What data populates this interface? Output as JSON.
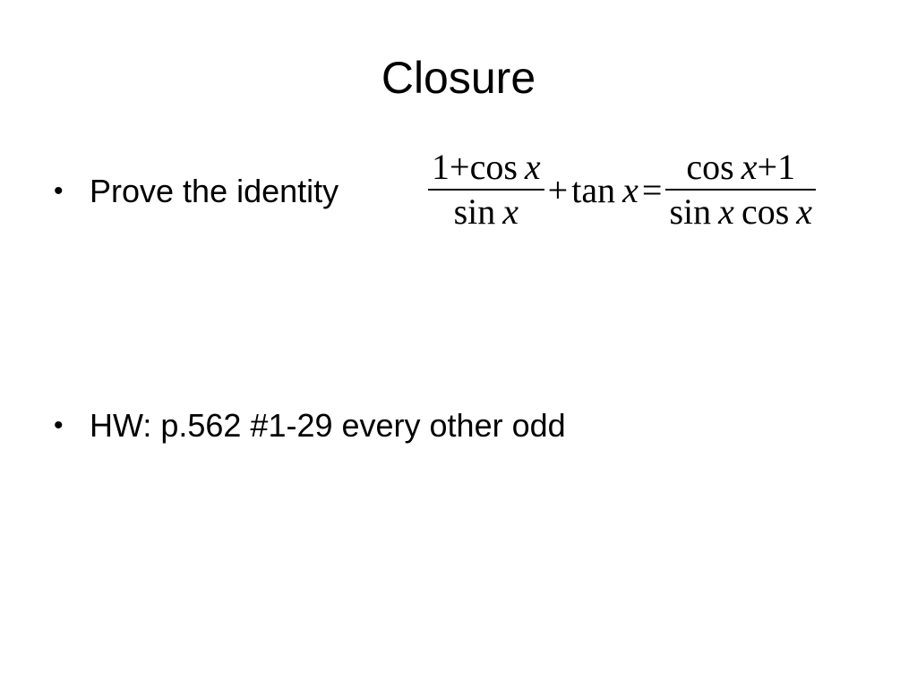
{
  "slide": {
    "title": "Closure",
    "bullets": [
      {
        "symbol": "•",
        "text": "Prove the identity"
      },
      {
        "symbol": "•",
        "text": "HW: p.562 #1-29 every other odd"
      }
    ],
    "equation": {
      "left_numerator_1": "1",
      "left_numerator_plus": "+",
      "left_numerator_func": "cos",
      "left_numerator_var": "x",
      "left_denominator_func": "sin",
      "left_denominator_var": "x",
      "plus": "+",
      "tan_func": "tan",
      "tan_var": "x",
      "equals": "=",
      "right_numerator_func": "cos",
      "right_numerator_var": "x",
      "right_numerator_plus": "+",
      "right_numerator_1": "1",
      "right_denominator_func1": "sin",
      "right_denominator_var1": "x",
      "right_denominator_func2": "cos",
      "right_denominator_var2": "x"
    }
  }
}
